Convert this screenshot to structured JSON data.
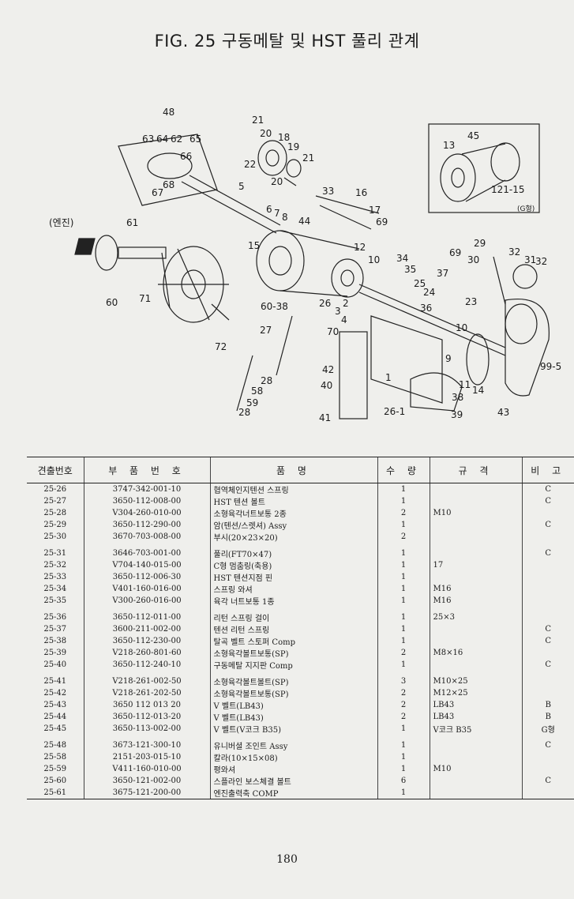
{
  "title": "FIG. 25 구동메탈 및 HST 풀리 관계",
  "diagram": {
    "engine_label": "(엔진)",
    "inset_note": "(G형)",
    "callouts": [
      "48",
      "21",
      "20",
      "18",
      "19",
      "63",
      "64",
      "62",
      "65",
      "66",
      "68",
      "67",
      "22",
      "21",
      "20",
      "5",
      "33",
      "16",
      "17",
      "69",
      "61",
      "6",
      "7",
      "8",
      "44",
      "15",
      "12",
      "10",
      "69",
      "29",
      "30",
      "32",
      "31",
      "32",
      "34",
      "35",
      "25",
      "24",
      "37",
      "36",
      "23",
      "60",
      "71",
      "60-38",
      "26",
      "2",
      "3",
      "4",
      "27",
      "70",
      "9",
      "10",
      "11",
      "14",
      "99-5",
      "42",
      "28",
      "58",
      "40",
      "59",
      "28",
      "1",
      "26-1",
      "38",
      "39",
      "43",
      "41",
      "72",
      "13",
      "45",
      "121-15"
    ]
  },
  "table": {
    "headers": [
      "견출번호",
      "부 품 번 호",
      "품 명",
      "수 량",
      "규 격",
      "비 고"
    ],
    "rows": [
      {
        "no": "25-26",
        "code": "3747-342-001-10",
        "name": "협역체인지텐션 스프링",
        "qty": "1",
        "spec": "",
        "note": "C"
      },
      {
        "no": "25-27",
        "code": "3650-112-008-00",
        "name": "HST 텐션 볼트",
        "qty": "1",
        "spec": "",
        "note": "C"
      },
      {
        "no": "25-28",
        "code": "V304-260-010-00",
        "name": "소형육각너트보통 2종",
        "qty": "2",
        "spec": "M10",
        "note": ""
      },
      {
        "no": "25-29",
        "code": "3650-112-290-00",
        "name": "암(텐션/스렛셔) Assy",
        "qty": "1",
        "spec": "",
        "note": "C"
      },
      {
        "no": "25-30",
        "code": "3670-703-008-00",
        "name": "부시(20×23×20)",
        "qty": "2",
        "spec": "",
        "note": ""
      },
      {
        "no": "25-31",
        "code": "3646-703-001-00",
        "name": "풀리(FT70×47)",
        "qty": "1",
        "spec": "",
        "note": "C"
      },
      {
        "no": "25-32",
        "code": "V704-140-015-00",
        "name": "C형 멈춤링(축용)",
        "qty": "1",
        "spec": "17",
        "note": ""
      },
      {
        "no": "25-33",
        "code": "3650-112-006-30",
        "name": "HST 텐션지점 핀",
        "qty": "1",
        "spec": "",
        "note": ""
      },
      {
        "no": "25-34",
        "code": "V401-160-016-00",
        "name": "스프링 와셔",
        "qty": "1",
        "spec": "M16",
        "note": ""
      },
      {
        "no": "25-35",
        "code": "V300-260-016-00",
        "name": "육각 너트보통 1종",
        "qty": "1",
        "spec": "M16",
        "note": ""
      },
      {
        "no": "25-36",
        "code": "3650-112-011-00",
        "name": "리턴 스프링 걸이",
        "qty": "1",
        "spec": "25×3",
        "note": ""
      },
      {
        "no": "25-37",
        "code": "3600-211-002-00",
        "name": "텐션 리턴 스프링",
        "qty": "1",
        "spec": "",
        "note": "C"
      },
      {
        "no": "25-38",
        "code": "3650-112-230-00",
        "name": "탈곡 벨트 스토퍼 Comp",
        "qty": "1",
        "spec": "",
        "note": "C"
      },
      {
        "no": "25-39",
        "code": "V218-260-801-60",
        "name": "소형육각볼트보통(SP)",
        "qty": "2",
        "spec": "M8×16",
        "note": ""
      },
      {
        "no": "25-40",
        "code": "3650-112-240-10",
        "name": "구동메탈 지지판 Comp",
        "qty": "1",
        "spec": "",
        "note": "C"
      },
      {
        "no": "25-41",
        "code": "V218-261-002-50",
        "name": "소형육각볼트볼트(SP)",
        "qty": "3",
        "spec": "M10×25",
        "note": ""
      },
      {
        "no": "25-42",
        "code": "V218-261-202-50",
        "name": "소형육각볼트보통(SP)",
        "qty": "2",
        "spec": "M12×25",
        "note": ""
      },
      {
        "no": "25-43",
        "code": "3650 112 013 20",
        "name": "V 벨트(LB43)",
        "qty": "2",
        "spec": "LB43",
        "note": "B"
      },
      {
        "no": "25-44",
        "code": "3650-112-013-20",
        "name": "V 벨트(LB43)",
        "qty": "2",
        "spec": "LB43",
        "note": "B"
      },
      {
        "no": "25-45",
        "code": "3650-113-002-00",
        "name": "V 벨트(V코크 B35)",
        "qty": "1",
        "spec": "V코크 B35",
        "note": "G형"
      },
      {
        "no": "25-48",
        "code": "3673-121-300-10",
        "name": "유니버셜 조인트 Assy",
        "qty": "1",
        "spec": "",
        "note": "C"
      },
      {
        "no": "25-58",
        "code": "2151-203-015-10",
        "name": "칼라(10×15×08)",
        "qty": "1",
        "spec": "",
        "note": ""
      },
      {
        "no": "25-59",
        "code": "V411-160-010-00",
        "name": "평와셔",
        "qty": "1",
        "spec": "M10",
        "note": ""
      },
      {
        "no": "25-60",
        "code": "3650-121-002-00",
        "name": "스플라인 보스체결 볼트",
        "qty": "6",
        "spec": "",
        "note": "C"
      },
      {
        "no": "25-61",
        "code": "3675-121-200-00",
        "name": "엔진출력축 COMP",
        "qty": "1",
        "spec": "",
        "note": ""
      }
    ]
  },
  "page_number": "180"
}
